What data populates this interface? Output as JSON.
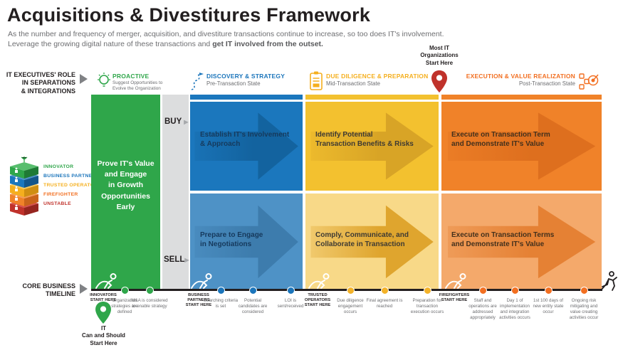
{
  "header": {
    "title": "Acquisitions & Divestitures Framework",
    "subtitle_line1": "As the number and frequency of merger, acquisition, and divestiture transactions continue to increase, so too does IT's involvement.",
    "subtitle_line2": "Leverage the growing digital nature of these transactions and ",
    "subtitle_line2_bold": "get IT involved from the outset."
  },
  "left_labels": {
    "role": "IT EXECUTIVES' ROLE\nIN SEPARATIONS\n& INTEGRATIONS",
    "timeline": "CORE BUSINESS\nTIMELINE"
  },
  "phases": [
    {
      "label": "PROACTIVE",
      "sublabel": "Suggest Opportunities to\nEvolve the Organization",
      "icon": "lightbulb-icon",
      "color": "#2fa64a"
    },
    {
      "label": "DISCOVERY & STRATEGY",
      "sublabel": "Pre-Transaction State",
      "icon": "winding-path-icon",
      "color": "#1b75bb"
    },
    {
      "label": "DUE DILIGENCE & PREPARATION",
      "sublabel": "Mid-Transaction State",
      "icon": "clipboard-icon",
      "color": "#f5af1e"
    },
    {
      "label": "EXECUTION & VALUE REALIZATION",
      "sublabel": "Post-Transaction State",
      "icon": "target-boxes-icon",
      "color": "#f26f21"
    }
  ],
  "markers": {
    "most_it": "Most IT\nOrganizations\nStart Here",
    "it_start": "IT\nCan and Should\nStart Here"
  },
  "roles_stack": [
    {
      "label": "INNOVATOR",
      "color": "#2fa64a"
    },
    {
      "label": "BUSINESS PARTNER",
      "color": "#1b75bb"
    },
    {
      "label": "TRUSTED OPERATOR",
      "color": "#f5af1e"
    },
    {
      "label": "FIREFIGHTER",
      "color": "#f26f21"
    },
    {
      "label": "UNSTABLE",
      "color": "#c0322b"
    }
  ],
  "grid": {
    "buy_label": "BUY",
    "sell_label": "SELL",
    "green_cell": "Prove IT's Value\nand Engage\nin Growth\nOpportunities\nEarly",
    "cells": [
      {
        "row": "buy",
        "phase": "discovery",
        "text": "Establish IT's Involvement\n& Approach"
      },
      {
        "row": "buy",
        "phase": "diligence",
        "text": "Identify Potential\nTransaction Benefits & Risks"
      },
      {
        "row": "buy",
        "phase": "execution",
        "text": "Execute on Transaction Term\nand Demonstrate IT's Value"
      },
      {
        "row": "sell",
        "phase": "discovery",
        "text": "Prepare to Engage\nin Negotiations"
      },
      {
        "row": "sell",
        "phase": "diligence",
        "text": "Comply, Communicate, and\nCollaborate in Transaction"
      },
      {
        "row": "sell",
        "phase": "execution",
        "text": "Execute on Transaction Terms\nand Demonstrate IT's Value"
      }
    ]
  },
  "timeline": {
    "starts": [
      {
        "label": "Innovators\nStart Here"
      },
      {
        "label": "Business\nPartners\nStart Here"
      },
      {
        "label": "Trusted\nOperators\nStart Here"
      },
      {
        "label": "Firefighters\nStart Here"
      }
    ],
    "milestones": [
      {
        "text": "Organization strategies are defined",
        "color": "green"
      },
      {
        "text": "M&A is considered to enable strategy",
        "color": "green"
      },
      {
        "text": "Searching criteria is set",
        "color": "blue"
      },
      {
        "text": "Potential candidates are considered",
        "color": "blue"
      },
      {
        "text": "LOI is sent/received",
        "color": "blue"
      },
      {
        "text": "Due diligence engagement occurs",
        "color": "gold"
      },
      {
        "text": "Final agreement is reached",
        "color": "gold"
      },
      {
        "text": "Preparation for transaction execution occurs",
        "color": "gold"
      },
      {
        "text": "Staff and operations are addressed appropriately",
        "color": "orange"
      },
      {
        "text": "Day 1 of implementation and integration activities occurs",
        "color": "orange"
      },
      {
        "text": "1st 100 days of new entity state occur",
        "color": "orange"
      },
      {
        "text": "Ongoing risk mitigating and value creating activities occur",
        "color": "orange"
      }
    ]
  },
  "colors": {
    "green": "#2fa64a",
    "blue_dark": "#1b77bd",
    "blue_light": "#4e92c6",
    "gold": "#f3c12f",
    "gold_light": "#f8d988",
    "orange": "#f08229",
    "orange_light": "#f4a96b",
    "red": "#c0322b",
    "gray_col": "#dcddde",
    "text_gray": "#6d6e71"
  }
}
